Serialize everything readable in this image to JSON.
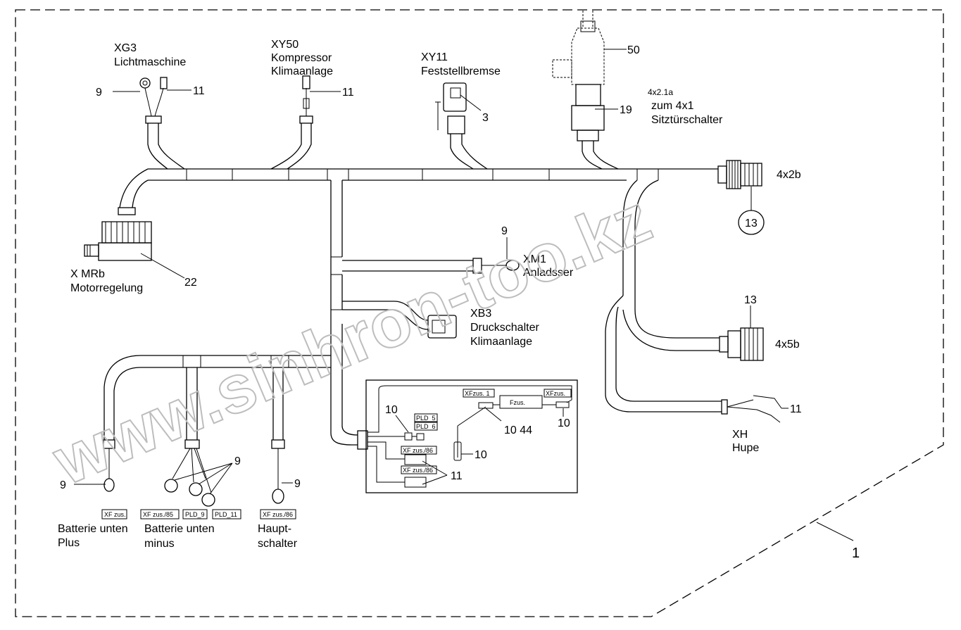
{
  "watermark": "www.sinhron-too.kz",
  "connectors": {
    "xg3": {
      "code": "XG3",
      "name": "Lichtmaschine"
    },
    "xy50": {
      "code": "XY50",
      "name1": "Kompressor",
      "name2": "Klimaanlage"
    },
    "xy11": {
      "code": "XY11",
      "name": "Feststellbremse"
    },
    "sitz": {
      "code": "4x2.1a",
      "name1": "zum 4x1",
      "name2": "Sitztürschalter"
    },
    "x4x2b": {
      "code": "4x2b"
    },
    "x4x5b": {
      "code": "4x5b"
    },
    "xmrb": {
      "code": "X MRb",
      "name": "Motorregelung"
    },
    "xm1": {
      "code": "XM1",
      "name": "Anladsser"
    },
    "xb3": {
      "code": "XB3",
      "name1": "Druckschalter",
      "name2": "Klimaanlage"
    },
    "xh": {
      "code": "XH",
      "name": "Hupe"
    },
    "bat_plus": {
      "name1": "Batterie unten",
      "name2": "Plus"
    },
    "bat_minus": {
      "name1": "Batterie unten",
      "name2": "minus"
    },
    "haupt": {
      "name1": "Haupt-",
      "name2": "schalter"
    }
  },
  "tags": {
    "xf_zus": "XF zus.",
    "xf_zus_85": "XF zus./85",
    "pld_9": "PLD_9",
    "pld_11": "PLD_11",
    "xf_zus_86a": "XF zus./86",
    "pld_5": "PLD_5",
    "pld_6": "PLD_6",
    "xf_zus_86b": "XF zus./86",
    "xf_zus_86c": "XF zus./86",
    "xfzus_1": "XFzus. 1",
    "xfzus_2": "XFzus.",
    "fzus": "Fzus."
  },
  "callouts": {
    "c9_xg3": "9",
    "c11_xg3": "11",
    "c11_xy50": "11",
    "c3": "3",
    "c50": "50",
    "c19": "19",
    "c13_top": "13",
    "c13_bottom": "13",
    "c22": "22",
    "c9_xm1": "9",
    "c11_xh": "11",
    "c9_plus": "9",
    "c9_minus": "9",
    "c9_haupt": "9",
    "c10_a": "10",
    "c10_44": "10 44",
    "c10_b": "10",
    "c10_c": "10",
    "c11_box": "11",
    "c1": "1"
  }
}
